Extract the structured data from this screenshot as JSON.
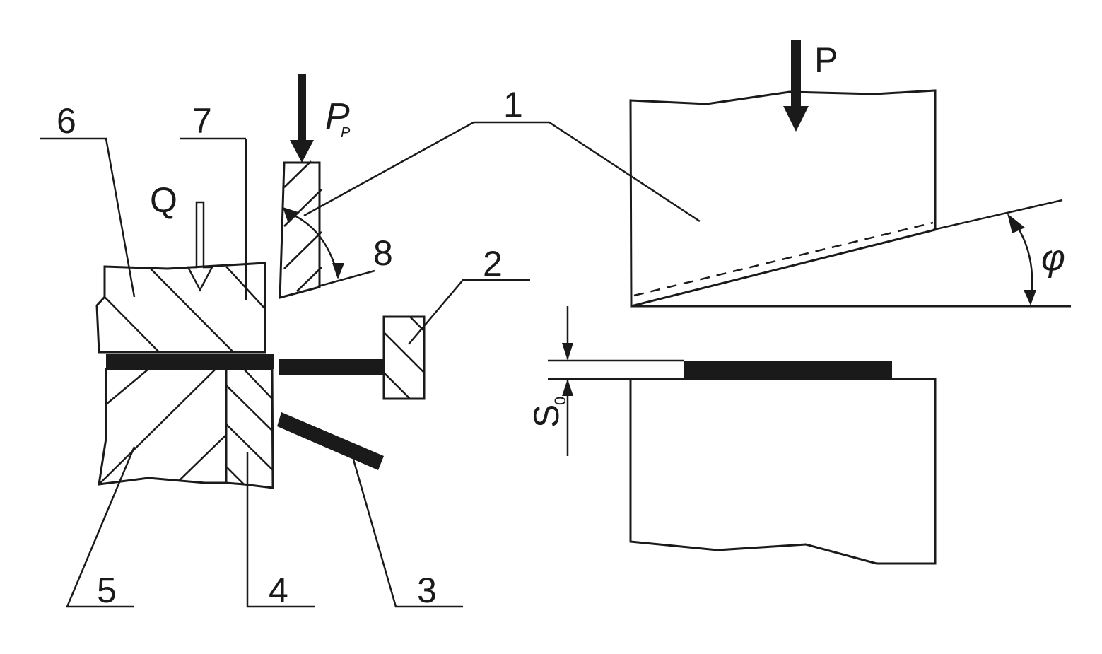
{
  "labels": {
    "part_1": "1",
    "part_2": "2",
    "part_3": "3",
    "part_4": "4",
    "part_5": "5",
    "part_6": "6",
    "part_7": "7",
    "part_8": "8",
    "force_q": "Q",
    "force_p": "P",
    "force_pp_main": "P",
    "force_pp_sub": "P",
    "thickness_main": "S",
    "thickness_sub": "0",
    "angle": "φ"
  },
  "colors": {
    "ink": "#1a1a1a",
    "background": "#ffffff"
  }
}
